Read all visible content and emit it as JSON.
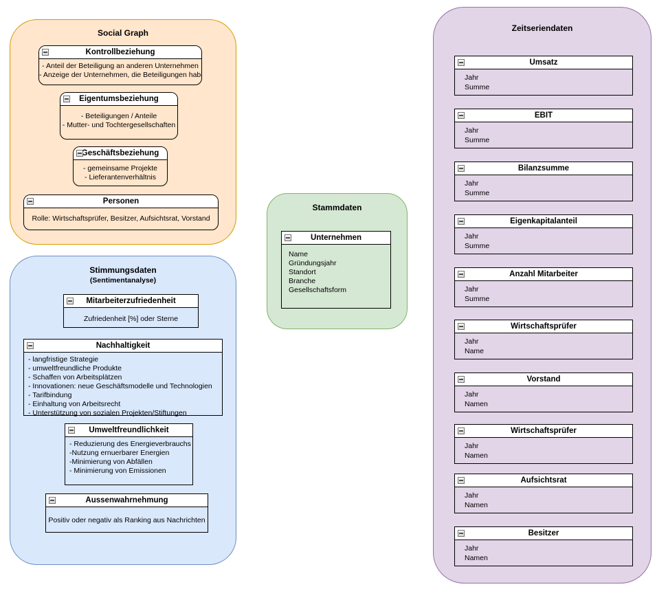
{
  "diagram": {
    "background": "#FFFFFF",
    "icons": {
      "collapse": "minus-square-icon"
    },
    "groups": [
      {
        "title": "Social Graph",
        "fill": "#FFE6CC",
        "stroke": "#D79B00",
        "entities": [
          {
            "title": "Kontrollbeziehung",
            "lines": [
              "- Anteil der Beteiligung an anderen Unternehmen",
              "- Anzeige der Unternehmen, die Beteiligungen haben"
            ]
          },
          {
            "title": "Eigentumsbeziehung",
            "lines": [
              "- Beteiligungen / Anteile",
              "- Mutter- und Tochtergesellschaften"
            ]
          },
          {
            "title": "Geschäftsbeziehung",
            "lines": [
              "- gemeinsame Projekte",
              "- Lieferantenverhältnis"
            ]
          },
          {
            "title": "Personen",
            "lines": [
              "Rolle: Wirtschaftsprüfer, Besitzer, Aufsichtsrat, Vorstand"
            ]
          }
        ]
      },
      {
        "title": "Stimmungsdaten",
        "subtitle": "(Sentimentanalyse)",
        "fill": "#DAE8FC",
        "stroke": "#6C8EBF",
        "entities": [
          {
            "title": "Mitarbeiterzufriedenheit",
            "lines": [
              "Zufriedenheit [%] oder Sterne"
            ]
          },
          {
            "title": "Nachhaltigkeit",
            "lines": [
              "- langfristige Strategie",
              "- umweltfreundliche Produkte",
              "- Schaffen von Arbeitsplätzen",
              "- Innovationen: neue Geschäftsmodelle und Technologien",
              "- Tarifbindung",
              "- Einhaltung von Arbeitsrecht",
              "- Unterstützung von sozialen Projekten/Stiftungen"
            ]
          },
          {
            "title": "Umweltfreundlichkeit",
            "lines": [
              "- Reduzierung des Energieverbrauchs",
              "-Nutzung ernuerbarer Energien",
              "-Minimierung von Abfällen",
              "- Minimierung von Emissionen"
            ]
          },
          {
            "title": "Aussenwahrnehmung",
            "lines": [
              "Positiv oder negativ als Ranking aus Nachrichten"
            ]
          }
        ]
      },
      {
        "title": "Stammdaten",
        "fill": "#D5E8D4",
        "stroke": "#82B366",
        "entities": [
          {
            "title": "Unternehmen",
            "lines": [
              "Name",
              "Gründungsjahr",
              "Standort",
              "Branche",
              "Gesellschaftsform"
            ]
          }
        ]
      },
      {
        "title": "Zeitseriendaten",
        "fill": "#E1D5E7",
        "stroke": "#9673A6",
        "entities": [
          {
            "title": "Umsatz",
            "lines": [
              "Jahr",
              "Summe"
            ]
          },
          {
            "title": "EBIT",
            "lines": [
              "Jahr",
              "Summe"
            ]
          },
          {
            "title": "Bilanzsumme",
            "lines": [
              "Jahr",
              "Summe"
            ]
          },
          {
            "title": "Eigenkapitalanteil",
            "lines": [
              "Jahr",
              "Summe"
            ]
          },
          {
            "title": "Anzahl Mitarbeiter",
            "lines": [
              "Jahr",
              "Summe"
            ]
          },
          {
            "title": "Wirtschaftsprüfer",
            "lines": [
              "Jahr",
              "Name"
            ]
          },
          {
            "title": "Vorstand",
            "lines": [
              "Jahr",
              "Namen"
            ]
          },
          {
            "title": "Wirtschaftsprüfer",
            "lines": [
              "Jahr",
              "Namen"
            ]
          },
          {
            "title": "Aufsichtsrat",
            "lines": [
              "Jahr",
              "Namen"
            ]
          },
          {
            "title": "Besitzer",
            "lines": [
              "Jahr",
              "Namen"
            ]
          }
        ]
      }
    ]
  }
}
